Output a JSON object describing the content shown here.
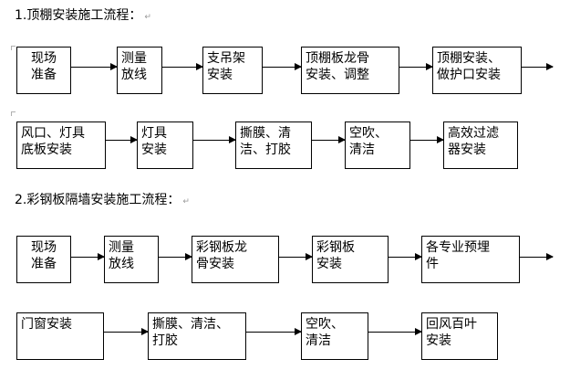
{
  "section1": {
    "title": "1.顶棚安装施工流程：",
    "row1": [
      "现场\n准备",
      "测量\n放线",
      "支吊架\n安装",
      "顶棚板龙骨\n安装、调整",
      "顶棚安装、\n做护口安装"
    ],
    "row2": [
      "风口、灯具\n底板安装",
      "灯具\n安装",
      "撕膜、清\n洁、打胶",
      "空吹、\n清洁",
      "高效过滤\n器安装"
    ]
  },
  "section2": {
    "title": "2.彩钢板隔墙安装施工流程：",
    "row1": [
      "现场\n准备",
      "测量\n放线",
      "彩钢板龙\n骨安装",
      "彩钢板\n安装",
      "各专业预埋\n件"
    ],
    "row2": [
      "门窗安装",
      "撕膜、清洁、\n打胶",
      "空吹、\n清洁",
      "回风百叶\n安装"
    ]
  },
  "paragraph_mark": "↵"
}
